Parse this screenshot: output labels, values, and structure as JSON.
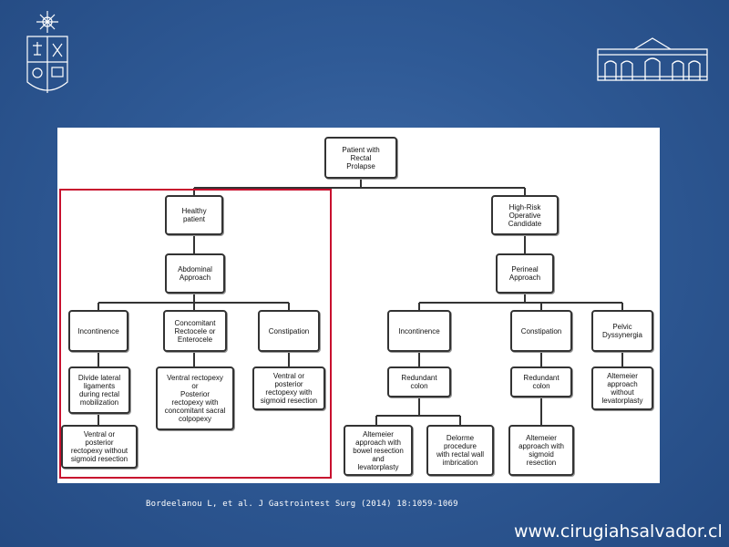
{
  "diagram": {
    "nodes": {
      "root": "Patient with\nRectal\nProlapse",
      "healthy": "Healthy\npatient",
      "highrisk": "High-Risk\nOperative\nCandidate",
      "abdominal": "Abdominal\nApproach",
      "perineal": "Perineal\nApproach",
      "l_incont": "Incontinence",
      "l_concom": "Concomitant\nRectocele or\nEnterocele",
      "l_constip": "Constipation",
      "r_incont": "Incontinence",
      "r_constip": "Constipation",
      "r_pelvic": "Pelvic\nDyssynergia",
      "l_divide": "Divide lateral\nligaments\nduring rectal\nmobilization",
      "l_ventral": "Ventral rectopexy\nor\nPosterior\nrectopexy with\nconcomitant sacral\ncolpopexy",
      "l_ventral2": "Ventral or\nposterior\nrectopexy with\nsigmoid resection",
      "l_ventral3": "Ventral or\nposterior\nrectopexy without\nsigmoid resection",
      "r_redundant1": "Redundant\ncolon",
      "r_redundant2": "Redundant\ncolon",
      "r_altemeier_lev": "Altemeier\napproach\nwithout\nlevatorplasty",
      "r_altemeier_bowel": "Altemeier\napproach with\nbowel resection\nand\nlevatorplasty",
      "r_delorme": "Delorme\nprocedure\nwith rectal wall\nimbrication",
      "r_altemeier_sig": "Altemeier\napproach with\nsigmoid\nresection"
    }
  },
  "footer": {
    "citation": "Bordeelanou L, et al. J Gastrointest Surg (2014) 18:1059-1069",
    "website": "www.cirugiahsalvador.cl"
  },
  "colors": {
    "background": "#2f5a96",
    "highlight": "#c8102e"
  },
  "icons": [
    "university-crest-logo",
    "hospital-building-logo"
  ]
}
